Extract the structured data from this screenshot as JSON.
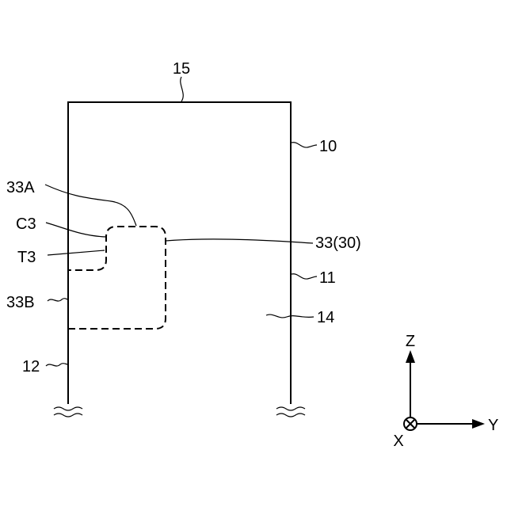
{
  "labels": {
    "top": "15",
    "right_upper": "10",
    "region_A": "33A",
    "corner": "C3",
    "tab": "T3",
    "member": "33(30)",
    "right_mid": "11",
    "region_B": "33B",
    "inner": "14",
    "left_lower": "12"
  },
  "axes": {
    "z": "Z",
    "y": "Y",
    "x": "X"
  }
}
